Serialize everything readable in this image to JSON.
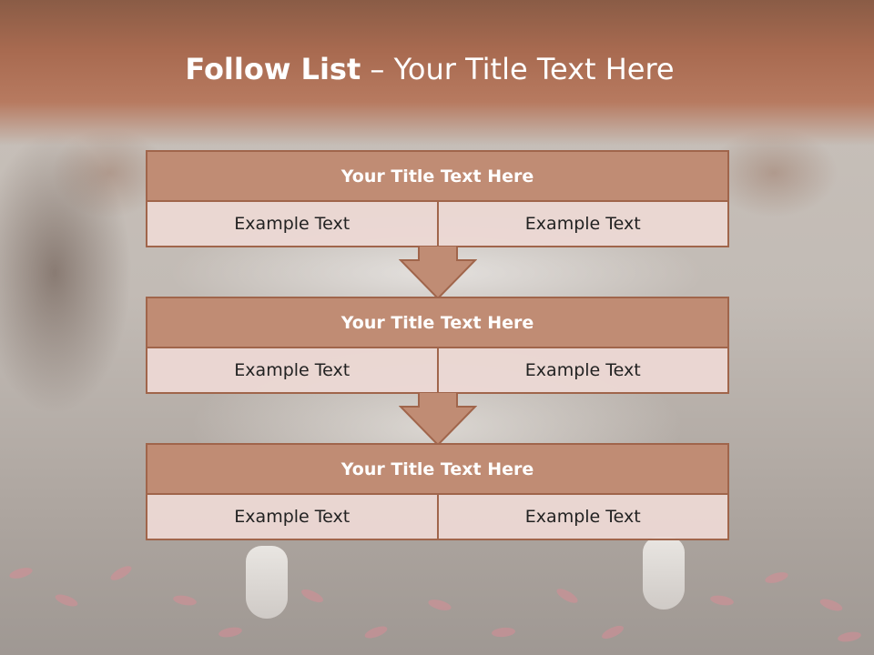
{
  "title": {
    "bold_part": "Follow List",
    "separator": " – ",
    "rest_part": "Your Title Text Here"
  },
  "blocks": [
    {
      "title": "Your Title Text Here",
      "left": "Example Text",
      "right": "Example Text"
    },
    {
      "title": "Your Title Text Here",
      "left": "Example Text",
      "right": "Example Text"
    },
    {
      "title": "Your Title Text Here",
      "left": "Example Text",
      "right": "Example Text"
    }
  ],
  "colors": {
    "header_band": "#a86a50",
    "block_header": "#c08c74",
    "block_border": "#a0654b",
    "cell_fill": "#ecd8d4",
    "arrow": "#c08c74"
  }
}
